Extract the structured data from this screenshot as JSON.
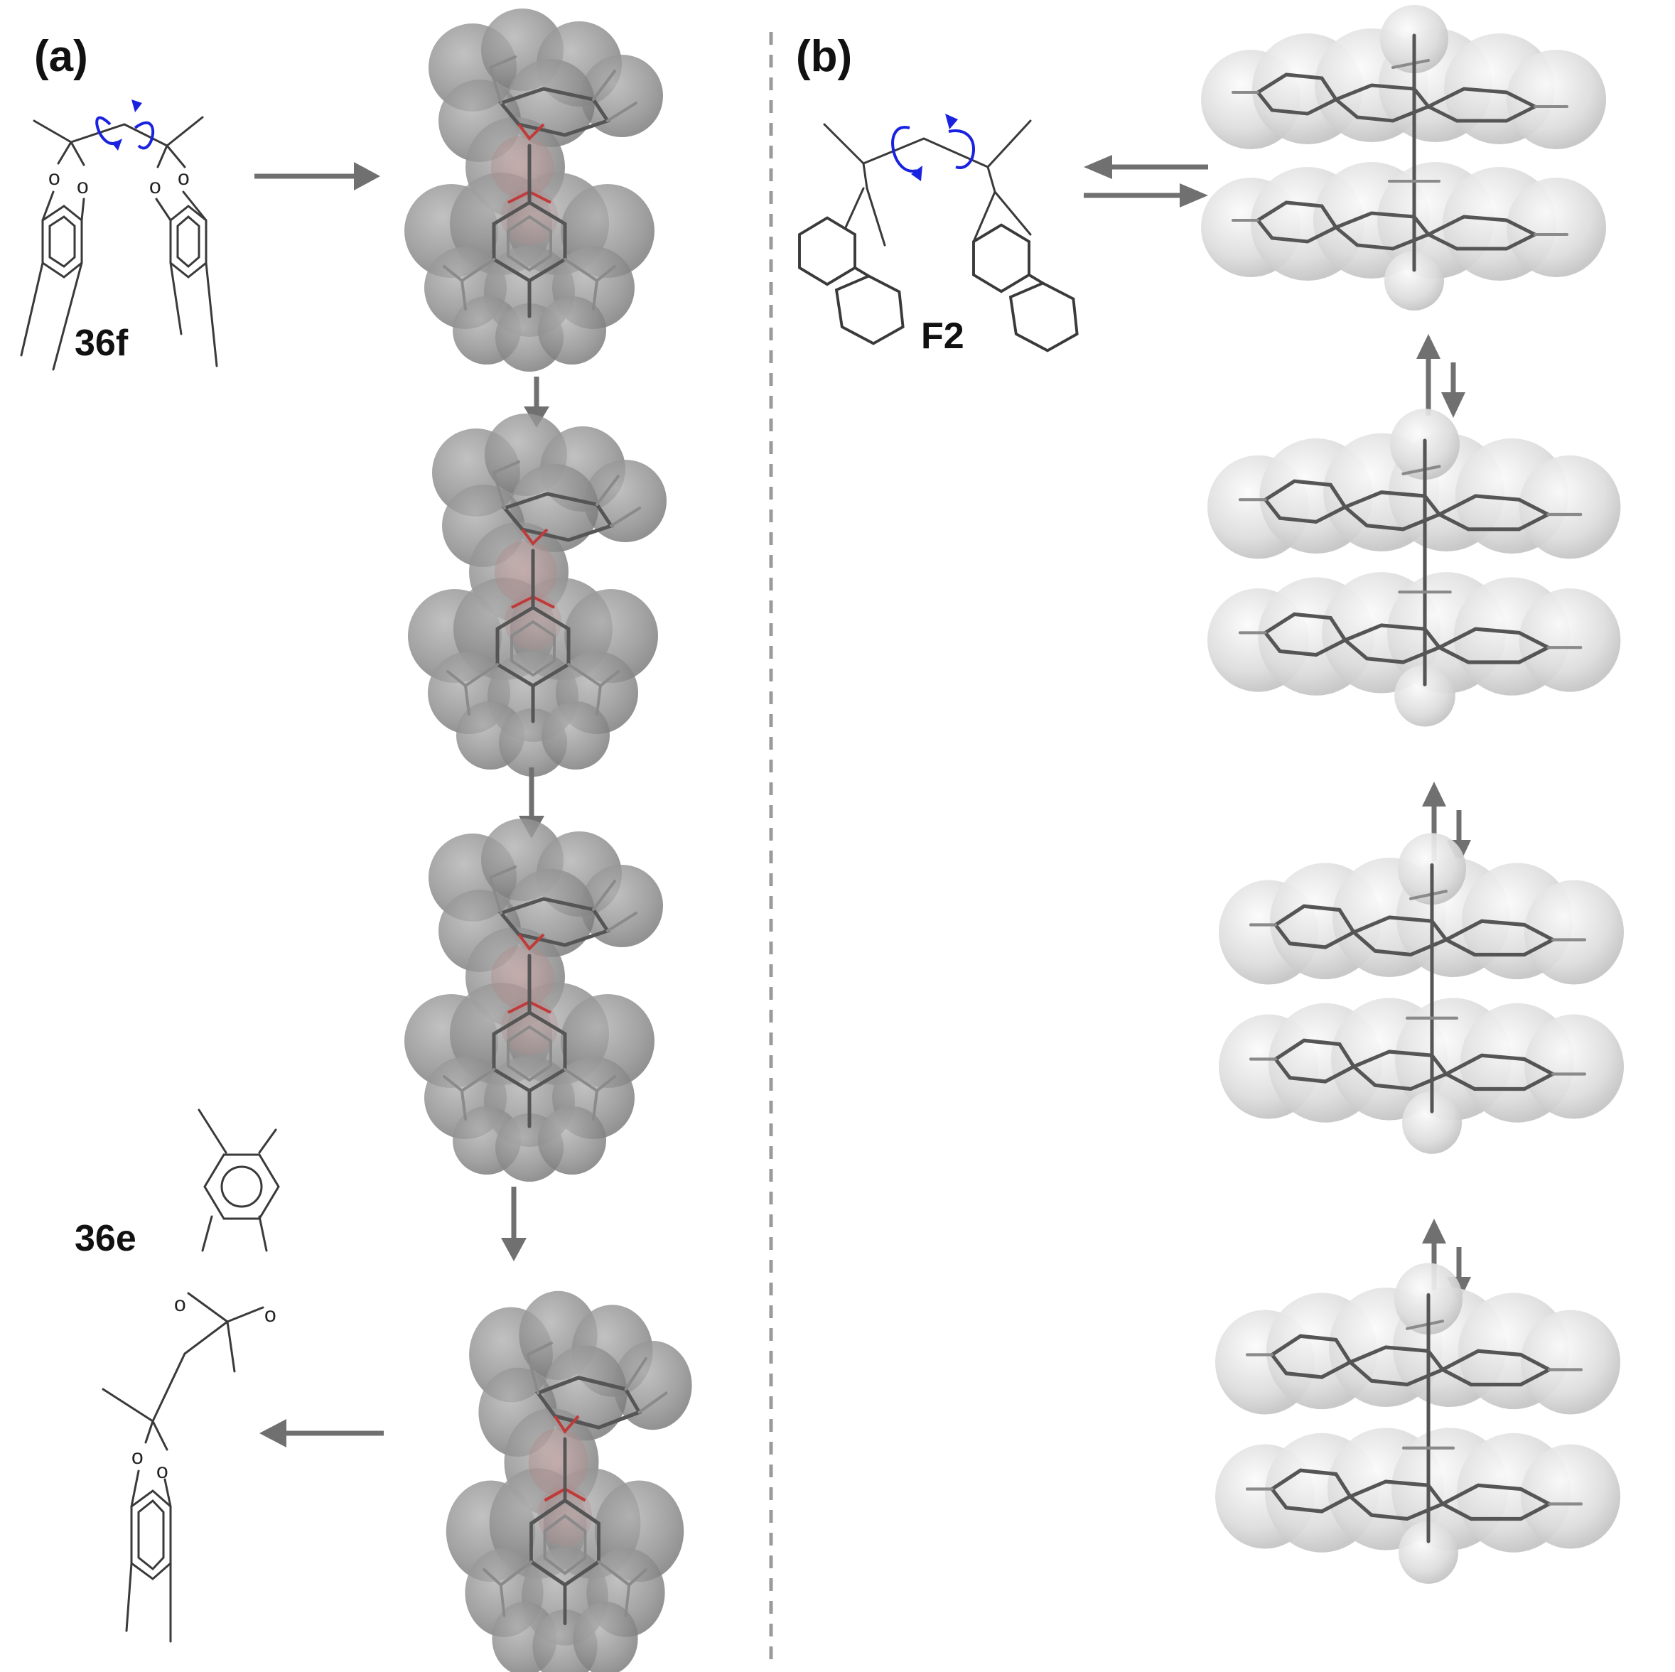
{
  "panels": {
    "a": {
      "label": "(a)"
    },
    "b": {
      "label": "(b)"
    }
  },
  "compounds": {
    "a_start": {
      "label": "36f",
      "oxygen_symbol": "o"
    },
    "a_end": {
      "label": "36e",
      "oxygen_symbol": "o"
    },
    "b_start": {
      "label": "F2"
    }
  },
  "colors": {
    "rotation_arrows": "#1a22e0",
    "flow_arrows": "#707070",
    "cloud_a": "#8c8c8c",
    "cloud_b": "#d8d8d8",
    "oxygen_tint": "#c03a3a",
    "divider": "#9a9a9a"
  },
  "flow": {
    "a": [
      "36f",
      "conformer-1",
      "conformer-2",
      "conformer-3",
      "conformer-4",
      "36e"
    ],
    "b": [
      "F2",
      "conformer-1",
      "conformer-2",
      "conformer-3",
      "conformer-4"
    ],
    "b_arrows": "reversible"
  }
}
